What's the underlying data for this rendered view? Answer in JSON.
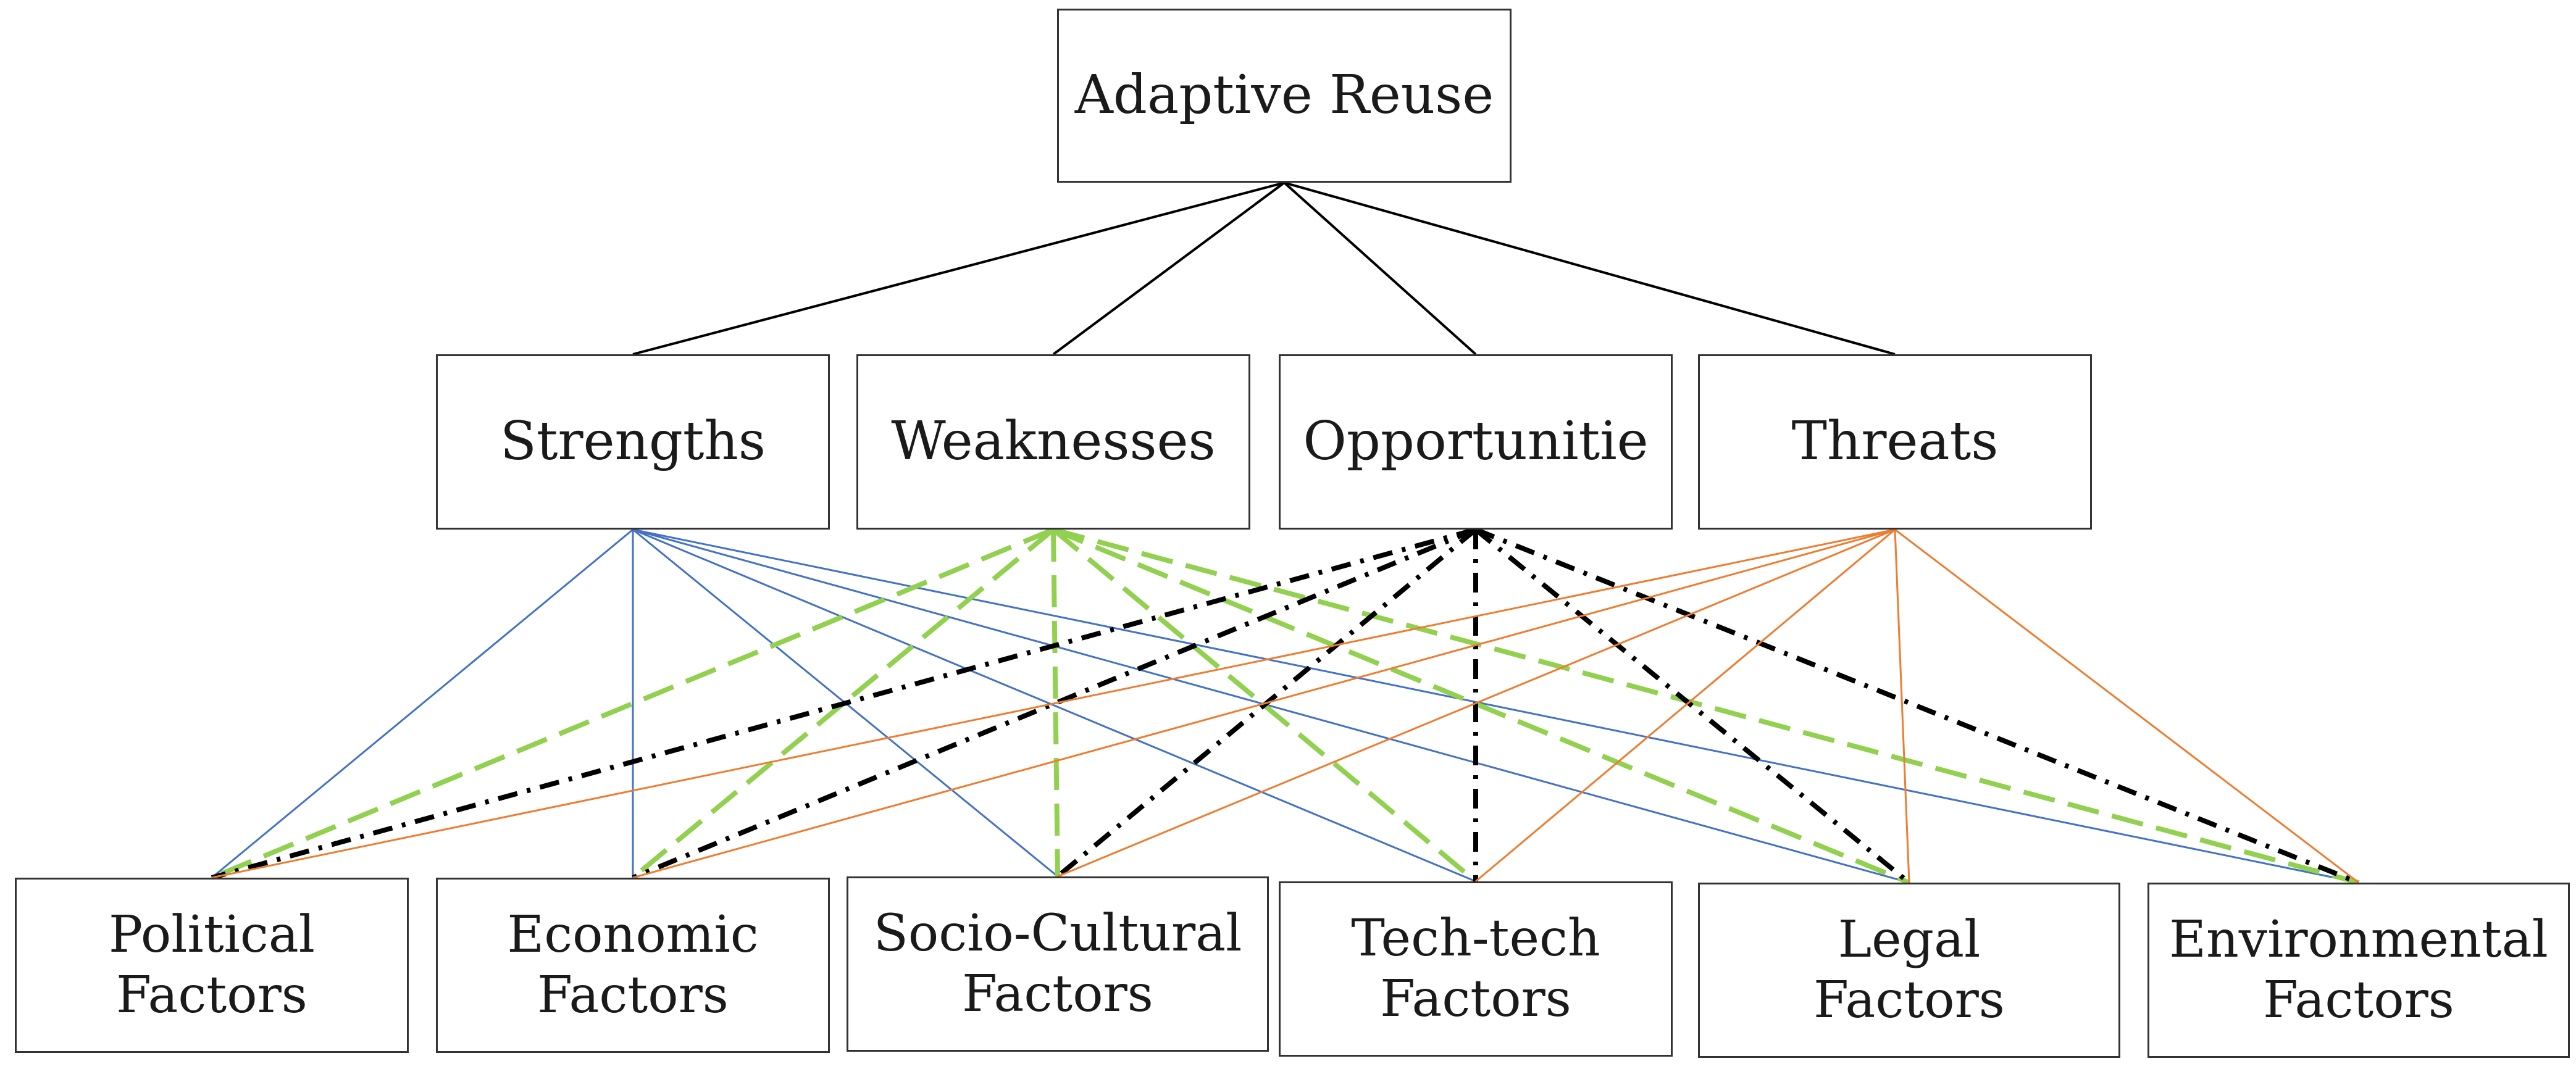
{
  "root": {
    "label": "Adaptive Reuse"
  },
  "swot": [
    {
      "id": "strengths",
      "label": "Strengths"
    },
    {
      "id": "weaknesses",
      "label": "Weaknesses"
    },
    {
      "id": "opportunities",
      "label": "Opportunitie"
    },
    {
      "id": "threats",
      "label": "Threats"
    }
  ],
  "factors": [
    {
      "id": "political",
      "label": "Political\nFactors"
    },
    {
      "id": "economic",
      "label": "Economic\nFactors"
    },
    {
      "id": "socio-cultural",
      "label": "Socio-Cultural\nFactors"
    },
    {
      "id": "tech",
      "label": "Tech-tech\nFactors"
    },
    {
      "id": "legal",
      "label": "Legal\nFactors"
    },
    {
      "id": "environmental",
      "label": "Environmental\nFactors"
    }
  ],
  "link_styles": {
    "root": {
      "color": "#000000",
      "style": "solid"
    },
    "strengths": {
      "color": "#4472c4",
      "style": "solid"
    },
    "weaknesses": {
      "color": "#92d050",
      "style": "dashed"
    },
    "opportunities": {
      "color": "#000000",
      "style": "dash-dot"
    },
    "threats": {
      "color": "#ed7d31",
      "style": "solid"
    }
  }
}
